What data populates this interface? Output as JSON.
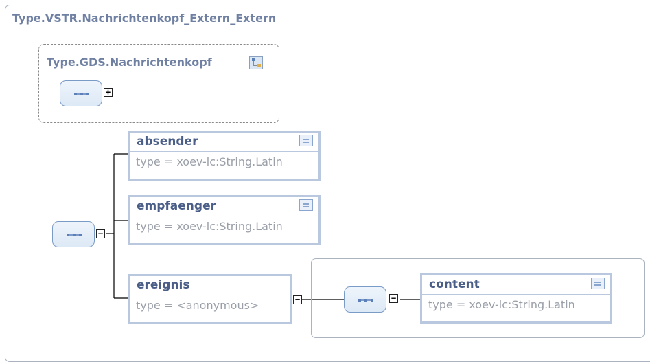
{
  "diagram": {
    "title": "Type.VSTR.Nachrichtenkopf_Extern_Extern",
    "base_type": {
      "title": "Type.GDS.Nachrichtenkopf",
      "icon": "type-hierarchy-icon",
      "sequence_state": "collapsed",
      "toggle_symbol": "+"
    },
    "sequence": {
      "toggle_symbol": "−"
    },
    "elements": [
      {
        "name": "absender",
        "type": "type = xoev-lc:String.Latin",
        "icon": "documentation-icon"
      },
      {
        "name": "empfaenger",
        "type": "type = xoev-lc:String.Latin",
        "icon": "documentation-icon"
      },
      {
        "name": "ereignis",
        "type": "type = <anonymous>",
        "icon": null,
        "toggle_symbol": "−"
      }
    ],
    "anonymous_type": {
      "sequence_toggle_symbol": "−",
      "elements": [
        {
          "name": "content",
          "type": "type = xoev-lc:String.Latin",
          "icon": "documentation-icon"
        }
      ]
    }
  }
}
